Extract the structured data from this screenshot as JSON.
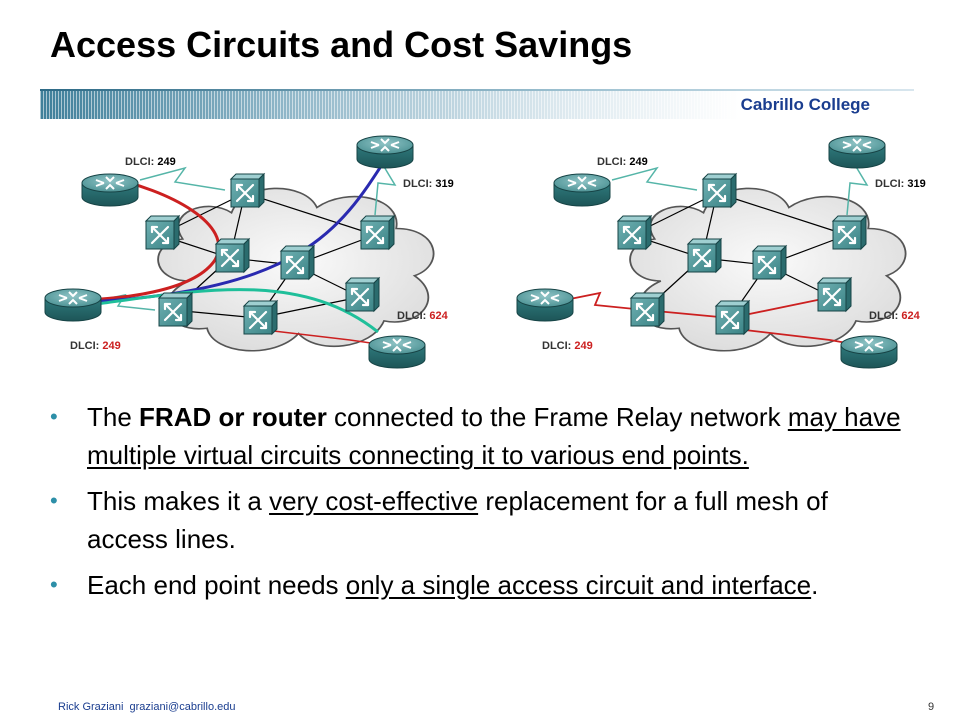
{
  "slide": {
    "title": "Access Circuits and Cost Savings",
    "banner_text": "Cabrillo College",
    "page_number": "9"
  },
  "footer": {
    "author": "Rick Graziani",
    "email": "graziani@cabrillo.edu"
  },
  "diagrams": {
    "left": {
      "labels": [
        {
          "prefix": "DLCI:",
          "value": "249"
        },
        {
          "prefix": "DLCI:",
          "value": "319"
        },
        {
          "prefix": "DLCI:",
          "value": "624"
        },
        {
          "prefix": "DLCI:",
          "value": "249"
        }
      ]
    },
    "right": {
      "labels": [
        {
          "prefix": "DLCI:",
          "value": "249"
        },
        {
          "prefix": "DLCI:",
          "value": "319"
        },
        {
          "prefix": "DLCI:",
          "value": "624"
        },
        {
          "prefix": "DLCI:",
          "value": "249"
        }
      ]
    }
  },
  "bullets": [
    {
      "segments": [
        {
          "text": "The ",
          "style": "normal"
        },
        {
          "text": "FRAD or router",
          "style": "bold"
        },
        {
          "text": " connected to the Frame Relay network ",
          "style": "normal"
        },
        {
          "text": "may have multiple virtual circuits connecting it to various end points.",
          "style": "underline"
        }
      ]
    },
    {
      "segments": [
        {
          "text": "This makes it a ",
          "style": "normal"
        },
        {
          "text": "very cost-effective",
          "style": "underline"
        },
        {
          "text": " replacement for a full mesh of access lines.",
          "style": "normal"
        }
      ]
    },
    {
      "segments": [
        {
          "text": "Each end point needs ",
          "style": "normal"
        },
        {
          "text": "only a single access circuit and interface",
          "style": "underline"
        },
        {
          "text": ".",
          "style": "normal"
        }
      ]
    }
  ],
  "colors": {
    "title_text": "#000000",
    "college_text": "#1a3d8f",
    "bullet_marker": "#2d8fa8",
    "vc_red": "#cc2020",
    "vc_blue": "#2a2ab0",
    "vc_green": "#1fbf9a",
    "device_teal": "#3d8a8c",
    "cloud_fill": "#eeeeee"
  }
}
